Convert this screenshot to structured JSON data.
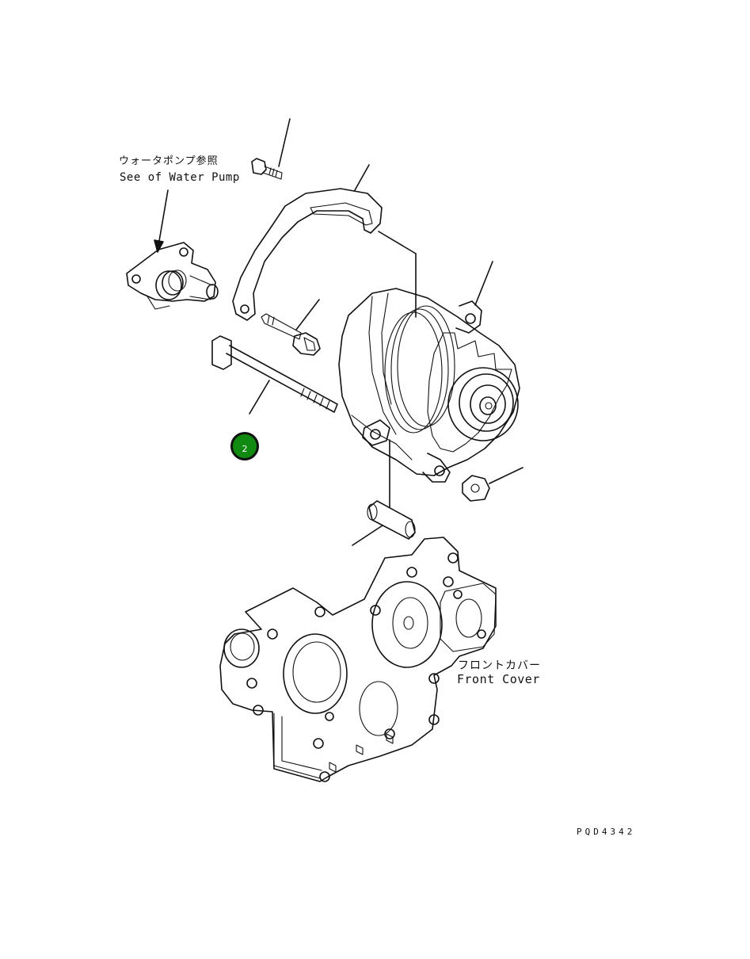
{
  "labels": {
    "water_pump_jp": "ウォータポンプ参照",
    "water_pump_en": "See of Water Pump",
    "front_cover_jp": "フロントカバー",
    "front_cover_en": "Front Cover",
    "drawing_code": "PQD4342"
  },
  "callouts": [
    {
      "number": "2",
      "color": "#118a11"
    }
  ],
  "icons": [
    "water-pump-fitting",
    "adjusting-bracket",
    "alternator",
    "front-cover"
  ]
}
